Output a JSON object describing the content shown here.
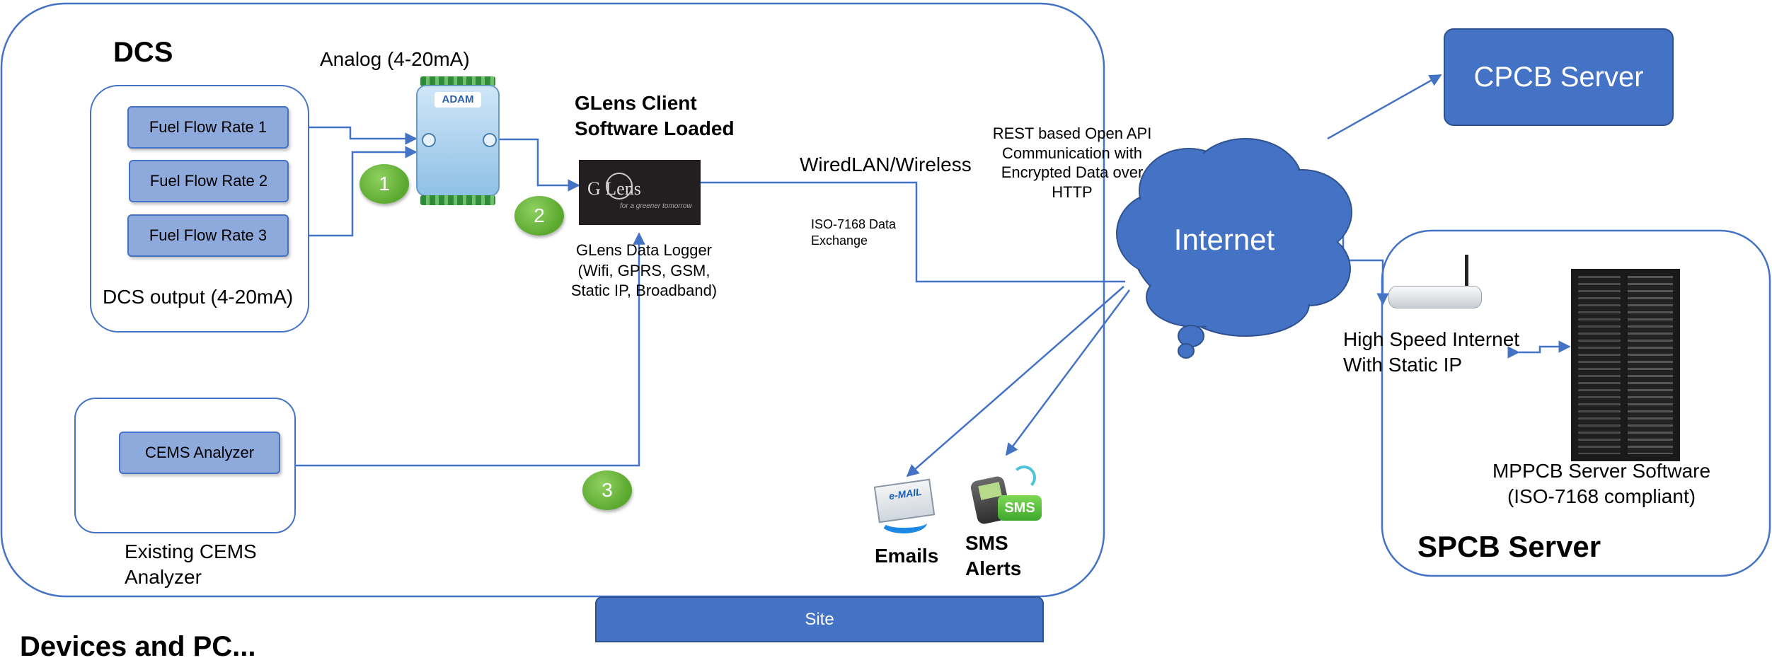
{
  "site_frame": {
    "dcs_title": "DCS",
    "site_label": "Site",
    "analog_label": "Analog (4-20mA)",
    "fuel_rates": [
      "Fuel Flow Rate 1",
      "Fuel Flow Rate 2",
      "Fuel Flow Rate 3"
    ],
    "dcs_output_label": "DCS output (4-20mA)",
    "cems_button": "CEMS Analyzer",
    "cems_caption": [
      "Existing CEMS",
      "Analyzer"
    ],
    "steps": [
      "1",
      "2",
      "3"
    ],
    "glens_client": [
      "GLens Client",
      "Software Loaded"
    ],
    "logger_caption": [
      "GLens Data Logger",
      "(Wifi, GPRS, GSM,",
      "Static IP, Broadband)"
    ],
    "wired_label": "WiredLAN/Wireless",
    "iso_label": [
      "ISO-7168 Data",
      "Exchange"
    ],
    "rest_label": [
      "REST based Open API",
      "Communication with",
      "Encrypted Data over",
      "HTTP"
    ],
    "emails_label": "Emails",
    "sms_label": [
      "SMS",
      "Alerts"
    ],
    "glens_logo": {
      "text": "G  Lens",
      "tagline": "for a greener tomorrow"
    },
    "adam_logo": "ADAM",
    "email_icon_text": "e-MAIL",
    "sms_icon_text": "SMS"
  },
  "cloud": {
    "label": "Internet"
  },
  "cpcb": {
    "label": "CPCB Server"
  },
  "spcb": {
    "title": "SPCB Server",
    "router_label": [
      "High Speed Internet",
      "With Static IP"
    ],
    "server_label": [
      "MPPCB Server Software",
      "(ISO-7168 compliant)"
    ]
  },
  "footer": {
    "cut_text": "Devices and PC..."
  },
  "colors": {
    "line": "#4472C4",
    "chip": "#8EA9DB",
    "cloud": "#4472C4",
    "step": "#5aa82e"
  }
}
